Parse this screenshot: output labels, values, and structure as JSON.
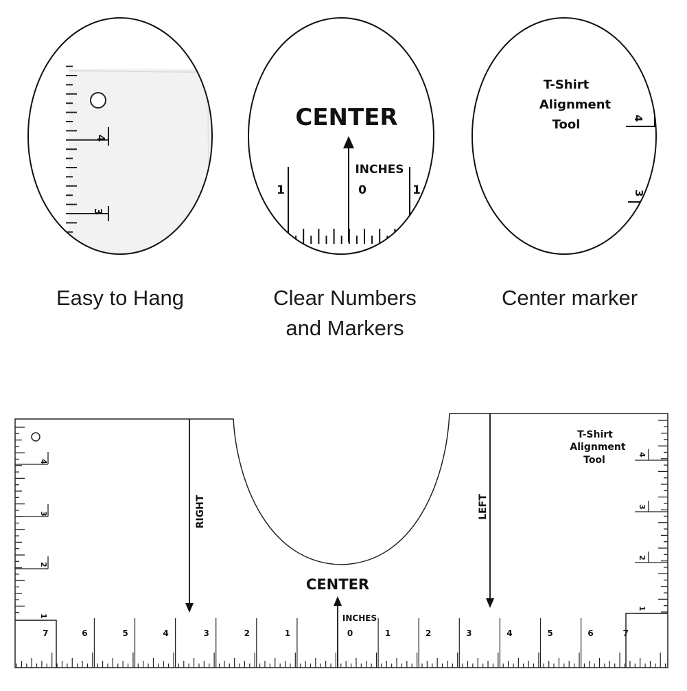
{
  "features": [
    {
      "caption_lines": [
        "Easy to Hang"
      ],
      "ruler_numbers": [
        "4",
        "3"
      ]
    },
    {
      "caption_lines": [
        "Clear Numbers",
        "and Markers"
      ],
      "label": "CENTER",
      "units": "INCHES",
      "numbers": [
        "1",
        "0",
        "1"
      ]
    },
    {
      "caption_lines": [
        "Center marker"
      ],
      "title_lines": [
        "T-Shirt",
        "Alignment",
        "Tool"
      ],
      "ruler_numbers": [
        "4",
        "3"
      ]
    }
  ],
  "tool": {
    "title_lines": [
      "T-Shirt",
      "Alignment",
      "Tool"
    ],
    "right_label": "RIGHT",
    "left_label": "LEFT",
    "center_label": "CENTER",
    "units": "INCHES",
    "left_edge_numbers": [
      "4",
      "3",
      "2",
      "1"
    ],
    "right_edge_numbers": [
      "4",
      "3",
      "2",
      "1"
    ],
    "bottom_numbers": [
      "7",
      "6",
      "5",
      "4",
      "3",
      "2",
      "1",
      "0",
      "1",
      "2",
      "3",
      "4",
      "5",
      "6",
      "7"
    ]
  }
}
